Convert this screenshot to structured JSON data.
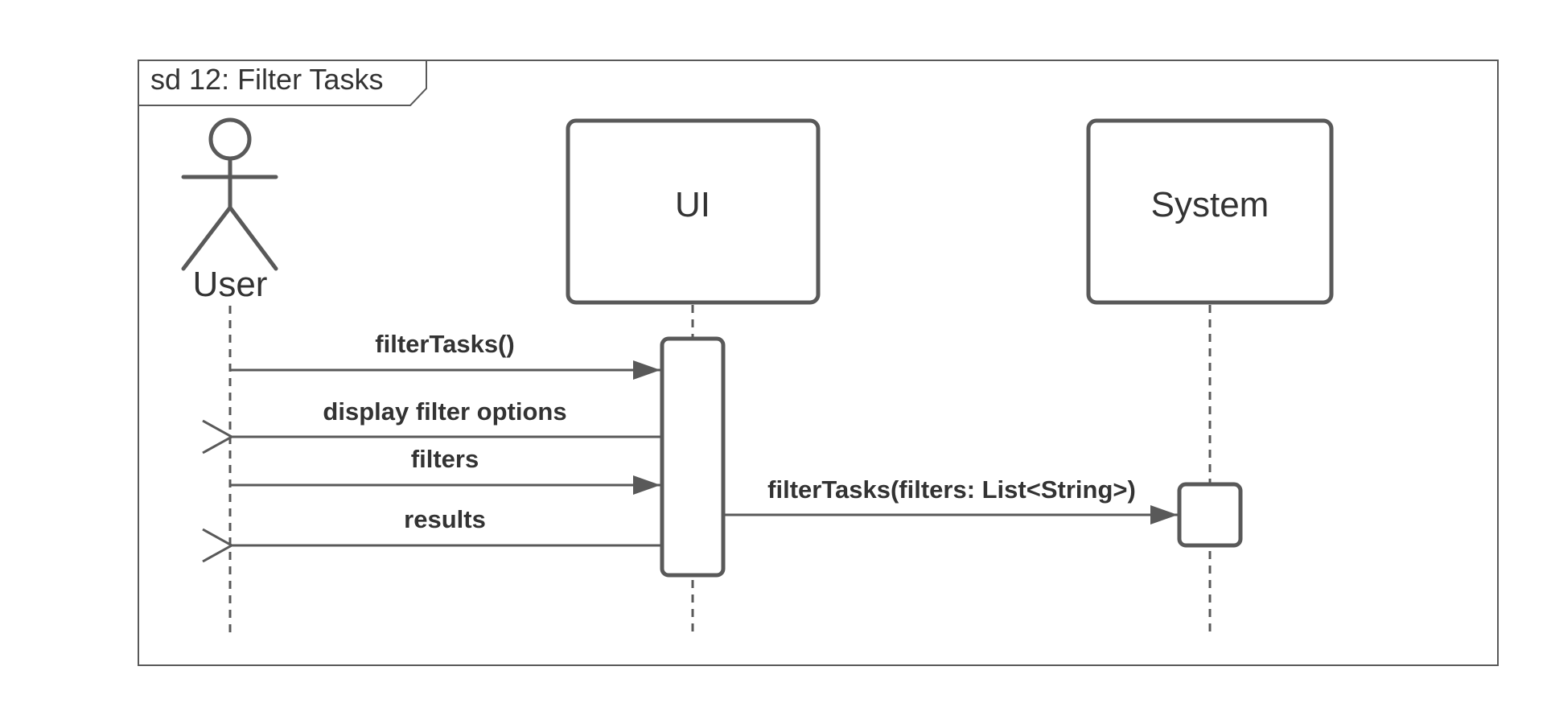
{
  "frame": {
    "title": "sd 12: Filter Tasks"
  },
  "participants": {
    "user": {
      "label": "User",
      "kind": "actor"
    },
    "ui": {
      "label": "UI",
      "kind": "object"
    },
    "system": {
      "label": "System",
      "kind": "object"
    }
  },
  "messages": [
    {
      "label": "filterTasks()",
      "from": "User",
      "to": "UI",
      "type": "synchronous-call"
    },
    {
      "label": "display filter options",
      "from": "UI",
      "to": "User",
      "type": "reply"
    },
    {
      "label": "filters",
      "from": "User",
      "to": "UI",
      "type": "synchronous-call"
    },
    {
      "label": "filterTasks(filters: List<String>)",
      "from": "UI",
      "to": "System",
      "type": "synchronous-call"
    },
    {
      "label": "results",
      "from": "UI",
      "to": "User",
      "type": "reply"
    }
  ],
  "colors": {
    "line": "#595959",
    "text": "#333333",
    "background": "#ffffff"
  }
}
